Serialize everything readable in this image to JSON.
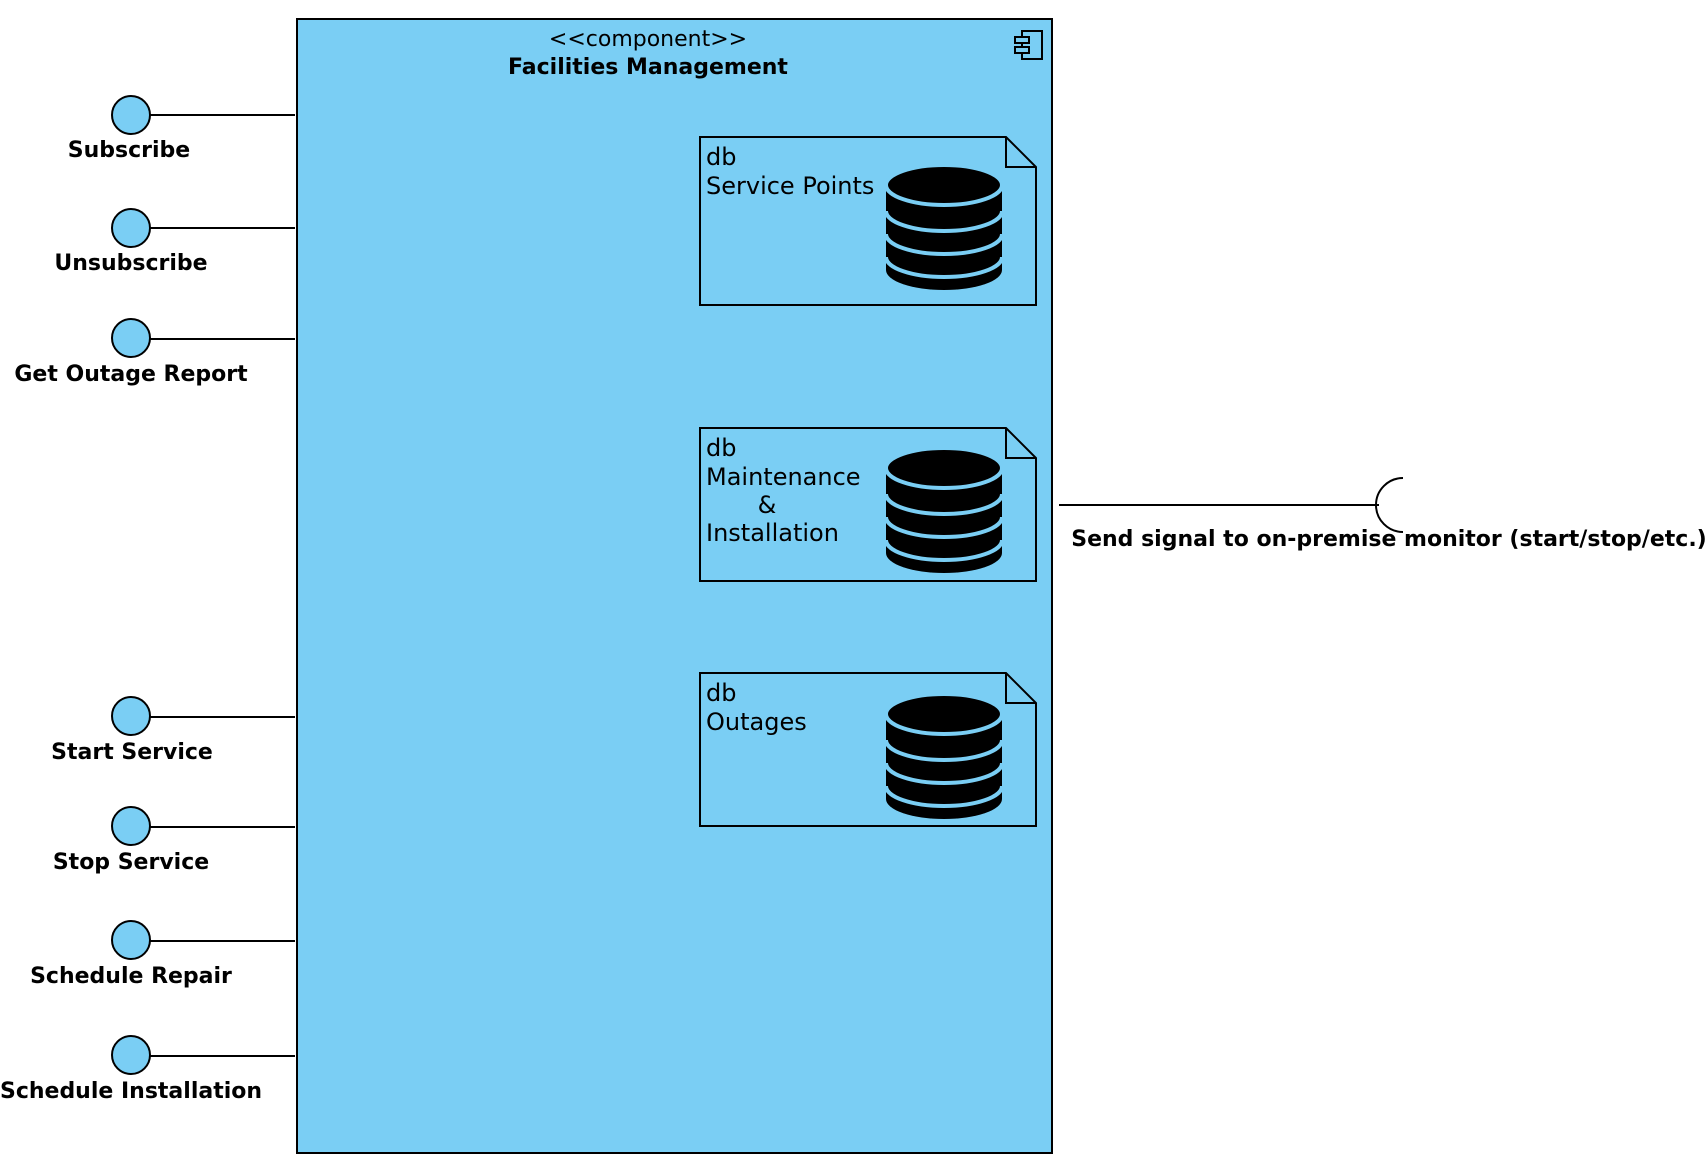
{
  "component": {
    "stereotype": "<<component>>",
    "name": "Facilities Management"
  },
  "provided_interfaces": [
    {
      "label": "Subscribe"
    },
    {
      "label": "Unsubscribe"
    },
    {
      "label": "Get Outage Report"
    },
    {
      "label": "Start Service"
    },
    {
      "label": "Stop Service"
    },
    {
      "label": "Schedule Repair"
    },
    {
      "label": "Schedule Installation"
    }
  ],
  "required_interface": {
    "label": "Send signal to on-premise monitor (start/stop/etc.)"
  },
  "databases": [
    {
      "kind": "db",
      "lines": [
        "Service Points"
      ]
    },
    {
      "kind": "db",
      "lines": [
        "Maintenance",
        "&",
        "Installation"
      ]
    },
    {
      "kind": "db",
      "lines": [
        "Outages"
      ]
    }
  ],
  "colors": {
    "component_fill": "#7ACEF4",
    "stroke": "#000000",
    "db_icon": "#000000"
  },
  "icons": [
    "component-icon",
    "database-icon"
  ]
}
